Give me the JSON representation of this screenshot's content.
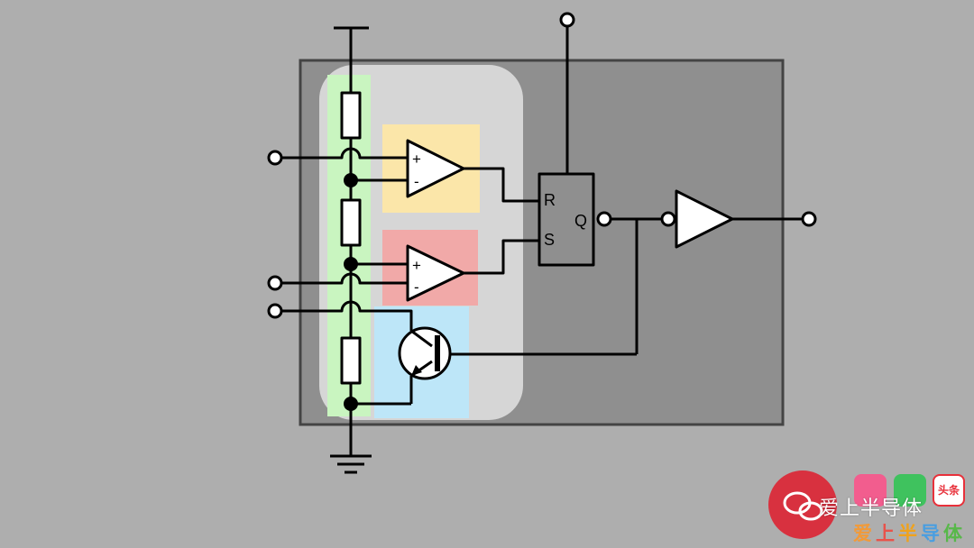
{
  "flipflop": {
    "r": "R",
    "s": "S",
    "q": "Q"
  },
  "comparator_upper": {
    "plus": "+",
    "minus": "-"
  },
  "comparator_lower": {
    "plus": "+",
    "minus": "-"
  },
  "watermark": {
    "name": "爱上半导体",
    "subtitle_chars": [
      "爱",
      "上",
      "半",
      "导",
      "体"
    ],
    "toutiao_label": "头条"
  },
  "colors": {
    "background": "#aeaeae",
    "chip": "#8f8f8f",
    "inner_panel": "#d6d6d6",
    "divider_strip": "#c9f5c0",
    "upper_comparator_zone": "#fbe6a9",
    "lower_comparator_zone": "#f1a9a8",
    "transistor_zone": "#bde6f8"
  }
}
